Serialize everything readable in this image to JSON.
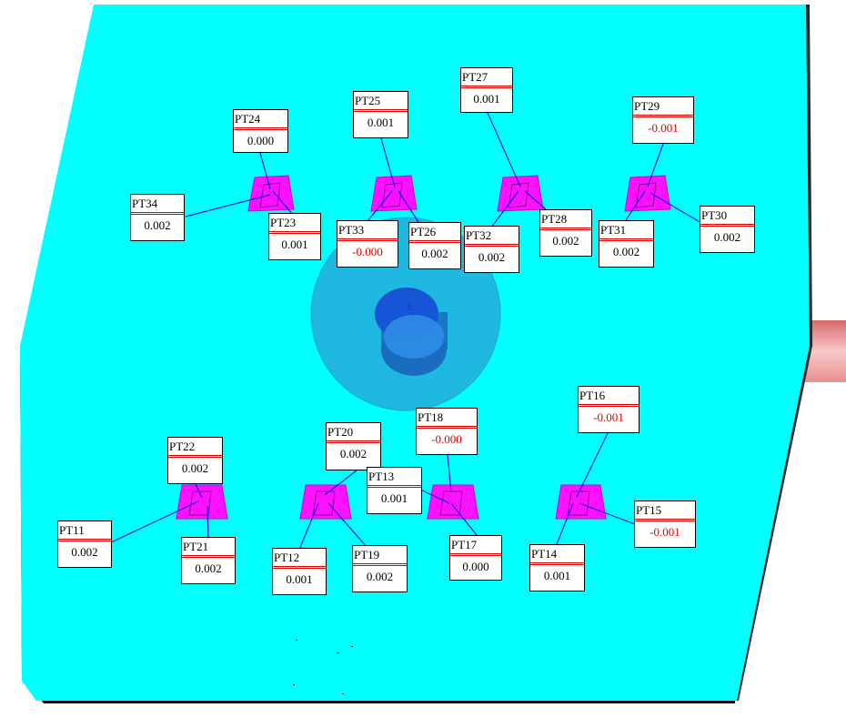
{
  "scene": {
    "plate_color": "#00ffff",
    "pad_color": "#ff10ff",
    "leader_color": "#1010ff",
    "negative_color": "#e00000",
    "center_mark": "E"
  },
  "points": [
    {
      "id": "pt24",
      "name": "PT24",
      "value": "0.000",
      "negative": false
    },
    {
      "id": "pt25",
      "name": "PT25",
      "value": "0.001",
      "negative": false
    },
    {
      "id": "pt27",
      "name": "PT27",
      "value": "0.001",
      "negative": false
    },
    {
      "id": "pt29",
      "name": "PT29",
      "value": "-0.001",
      "negative": true
    },
    {
      "id": "pt34",
      "name": "PT34",
      "value": "0.002",
      "negative": false
    },
    {
      "id": "pt23",
      "name": "PT23",
      "value": "0.001",
      "negative": false
    },
    {
      "id": "pt33",
      "name": "PT33",
      "value": "-0.000",
      "negative": true
    },
    {
      "id": "pt26",
      "name": "PT26",
      "value": "0.002",
      "negative": false
    },
    {
      "id": "pt32",
      "name": "PT32",
      "value": "0.002",
      "negative": false
    },
    {
      "id": "pt28",
      "name": "PT28",
      "value": "0.002",
      "negative": false
    },
    {
      "id": "pt31",
      "name": "PT31",
      "value": "0.002",
      "negative": false
    },
    {
      "id": "pt30",
      "name": "PT30",
      "value": "0.002",
      "negative": false
    },
    {
      "id": "pt16",
      "name": "PT16",
      "value": "-0.001",
      "negative": true
    },
    {
      "id": "pt18",
      "name": "PT18",
      "value": "-0.000",
      "negative": true
    },
    {
      "id": "pt20",
      "name": "PT20",
      "value": "0.002",
      "negative": false
    },
    {
      "id": "pt22",
      "name": "PT22",
      "value": "0.002",
      "negative": false
    },
    {
      "id": "pt13",
      "name": "PT13",
      "value": "0.001",
      "negative": false
    },
    {
      "id": "pt15",
      "name": "PT15",
      "value": "-0.001",
      "negative": true
    },
    {
      "id": "pt11",
      "name": "PT11",
      "value": "0.002",
      "negative": false
    },
    {
      "id": "pt21",
      "name": "PT21",
      "value": "0.002",
      "negative": false
    },
    {
      "id": "pt12",
      "name": "PT12",
      "value": "0.001",
      "negative": false
    },
    {
      "id": "pt19",
      "name": "PT19",
      "value": "0.002",
      "negative": false
    },
    {
      "id": "pt17",
      "name": "PT17",
      "value": "0.000",
      "negative": false
    },
    {
      "id": "pt14",
      "name": "PT14",
      "value": "0.001",
      "negative": false
    }
  ]
}
